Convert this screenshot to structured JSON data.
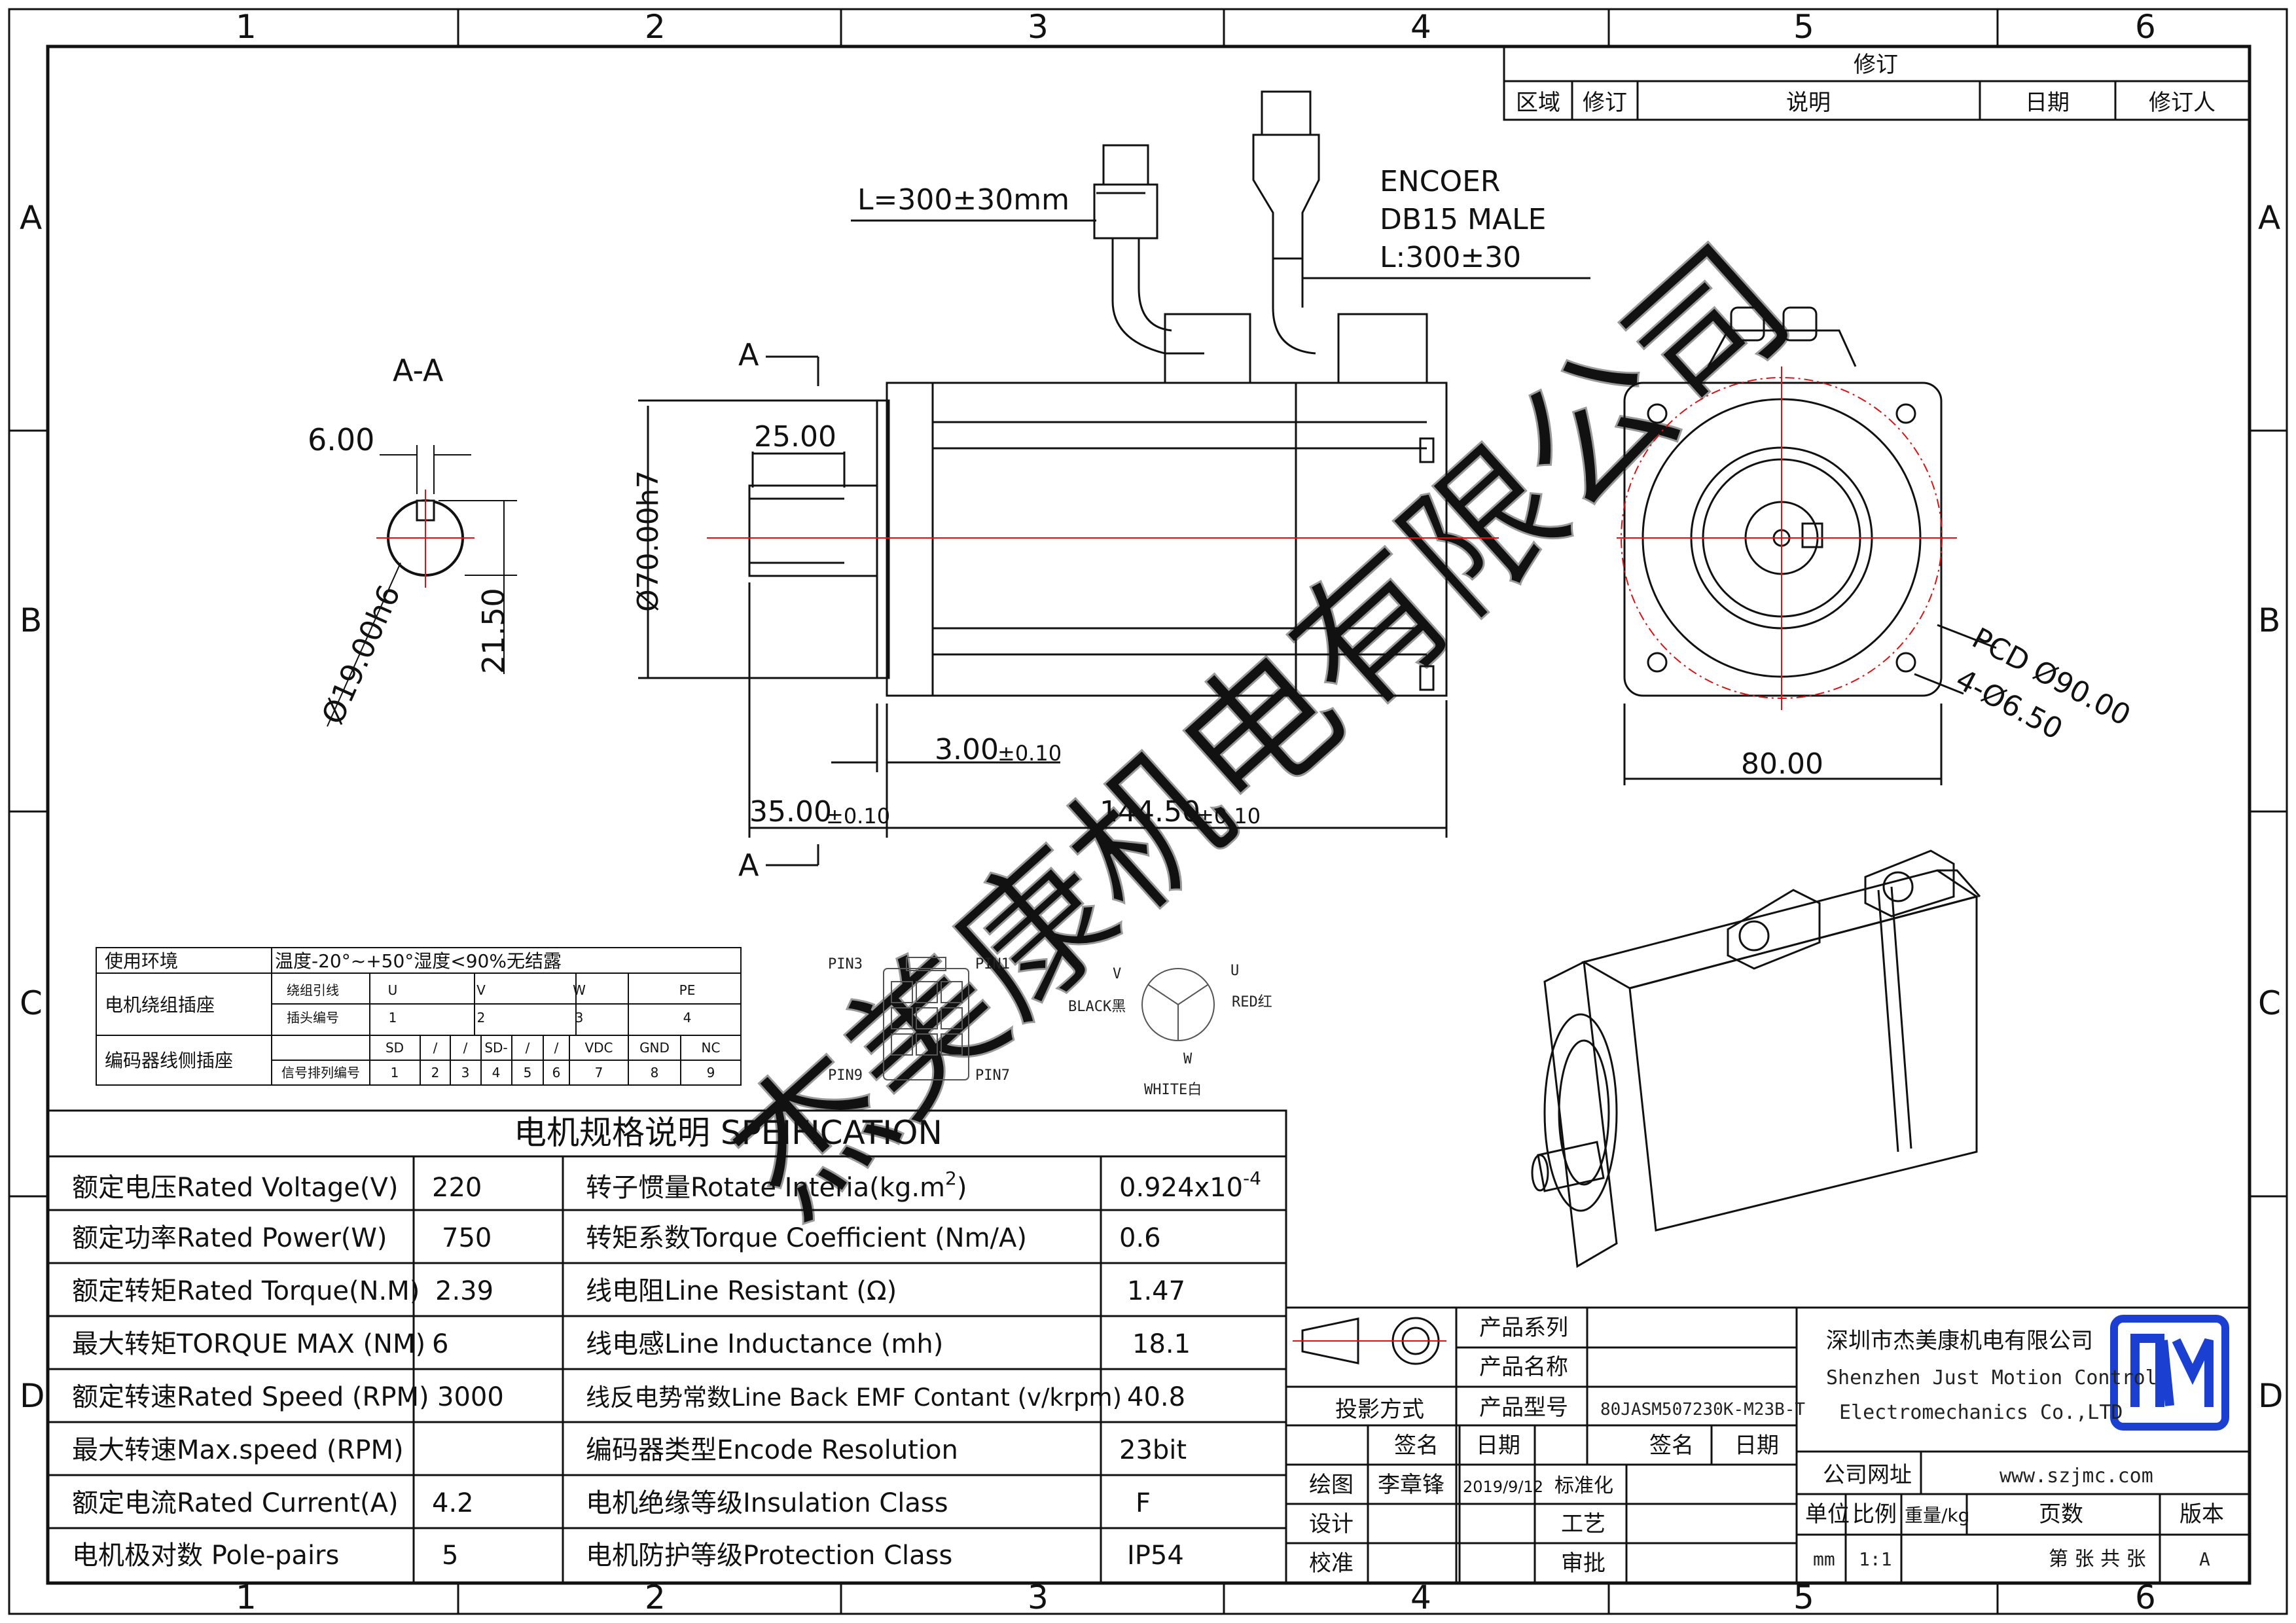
{
  "frame": {
    "col_labels": [
      "1",
      "2",
      "3",
      "4",
      "5",
      "6"
    ],
    "row_labels": [
      "A",
      "B",
      "C",
      "D"
    ]
  },
  "revision": {
    "title": "修订",
    "headers": [
      "区域",
      "修订",
      "说明",
      "日期",
      "修订人"
    ]
  },
  "section": {
    "title": "A-A",
    "dim_key_width": "6.00",
    "dim_diameter": "Ø19.00h6",
    "dim_height": "21.50",
    "marker_top": "A",
    "marker_bottom": "A"
  },
  "side_view": {
    "power_cable_label": "L=300±30mm",
    "encoder_label": [
      "ENCOER",
      "DB15 MALE",
      "L:300±30"
    ],
    "dim_shaft_length": "25.00",
    "dim_flange_dia": "Ø70.00h7",
    "dim_flange_thick": "3.00",
    "dim_flange_thick_tol": "±0.10",
    "dim_shaft_total": "35.00",
    "dim_shaft_total_tol": "±0.10",
    "dim_body_length": "144.50",
    "dim_body_length_tol": "±0.10"
  },
  "front_view": {
    "dim_pcd": "PCD Ø90.00",
    "dim_holes": "4-Ø6.50",
    "dim_width": "80.00"
  },
  "watermark": "杰美康机电有限公司",
  "wiring_table": {
    "env_label": "使用环境",
    "env_value": "温度-20°~+50°湿度<90%无结露",
    "motor_label": "电机绕组插座",
    "motor_rows": [
      {
        "head": "绕组引线",
        "cells": [
          "U",
          "V",
          "W",
          "PE"
        ]
      },
      {
        "head": "插头编号",
        "cells": [
          "1",
          "2",
          "3",
          "4"
        ]
      }
    ],
    "enc_label": "编码器线侧插座",
    "enc_rows": [
      {
        "head": "",
        "cells": [
          "SD",
          "/",
          "/",
          "SD-",
          "/",
          "/",
          "VDC",
          "GND",
          "NC"
        ]
      },
      {
        "head": "信号排列编号",
        "cells": [
          "1",
          "2",
          "3",
          "4",
          "5",
          "6",
          "7",
          "8",
          "9"
        ]
      }
    ]
  },
  "connector": {
    "pins": [
      "PIN3",
      "PIN1",
      "PIN9",
      "PIN7"
    ],
    "phase": {
      "u": "U",
      "v": "V",
      "w": "W",
      "black": "BLACK黑",
      "red": "RED红",
      "white": "WHITE白"
    }
  },
  "spec": {
    "title": "电机规格说明 SPEIFICATION",
    "rows": [
      {
        "l1": "额定电压Rated Voltage(V)",
        "v1": "220",
        "l2": "转子惯量Rotate Interia(kg.m",
        "l2sup": "2",
        "l2end": ")",
        "v2": "0.924x10",
        "v2sup": "-4"
      },
      {
        "l1": "额定功率Rated Power(W)",
        "v1": "750",
        "l2": "转矩系数Torque Coefficient (Nm/A)",
        "l2sup": "",
        "l2end": "",
        "v2": "0.6",
        "v2sup": ""
      },
      {
        "l1": "额定转矩Rated Torque(N.M)",
        "v1": "2.39",
        "l2": "线电阻Line Resistant (Ω)",
        "l2sup": "",
        "l2end": "",
        "v2": "1.47",
        "v2sup": ""
      },
      {
        "l1": "最大转矩TORQUE MAX (NM)",
        "v1": "6",
        "l2": "线电感Line Inductance (mh)",
        "l2sup": "",
        "l2end": "",
        "v2": "18.1",
        "v2sup": ""
      },
      {
        "l1": "额定转速Rated Speed (RPM)",
        "v1": "3000",
        "l2": "线反电势常数Line Back EMF Contant (v/krpm)",
        "l2sup": "",
        "l2end": "",
        "v2": "40.8",
        "v2sup": ""
      },
      {
        "l1": "最大转速Max.speed (RPM)",
        "v1": "",
        "l2": "编码器类型Encode Resolution",
        "l2sup": "",
        "l2end": "",
        "v2": "23bit",
        "v2sup": ""
      },
      {
        "l1": "额定电流Rated Current(A)",
        "v1": "4.2",
        "l2": "电机绝缘等级Insulation Class",
        "l2sup": "",
        "l2end": "",
        "v2": "F",
        "v2sup": ""
      },
      {
        "l1": "电机极对数 Pole-pairs",
        "v1": "5",
        "l2": "电机防护等级Protection Class",
        "l2sup": "",
        "l2end": "",
        "v2": "IP54",
        "v2sup": ""
      }
    ]
  },
  "title_block": {
    "projection": "投影方式",
    "series_label": "产品系列",
    "name_label": "产品名称",
    "model_label": "产品型号",
    "model_value": "80JASM507230K-M23B-T",
    "sign_label": "签名",
    "date_label": "日期",
    "drawn_label": "绘图",
    "drawn_by": "李章锋",
    "drawn_date": "2019/9/12",
    "standard_label": "标准化",
    "design_label": "设计",
    "process_label": "工艺",
    "check_label": "校准",
    "approve_label": "审批",
    "company_cn": "深圳市杰美康机电有限公司",
    "company_en1": "Shenzhen Just Motion Control",
    "company_en2": "Electromechanics Co.,LTD",
    "website_label": "公司网址",
    "website": "www.szjmc.com",
    "unit_label": "单位",
    "scale_label": "比例",
    "weight_label": "重量/kg",
    "pages_label": "页数",
    "version_label": "版本",
    "unit_value": "mm",
    "scale_value": "1:1",
    "pages_value": "第 张 共 张",
    "version_value": "A"
  },
  "colors": {
    "line": "#111111",
    "center": "#dd1111",
    "logo": "#1a3fd1",
    "watermark": "#9a9a9a"
  }
}
